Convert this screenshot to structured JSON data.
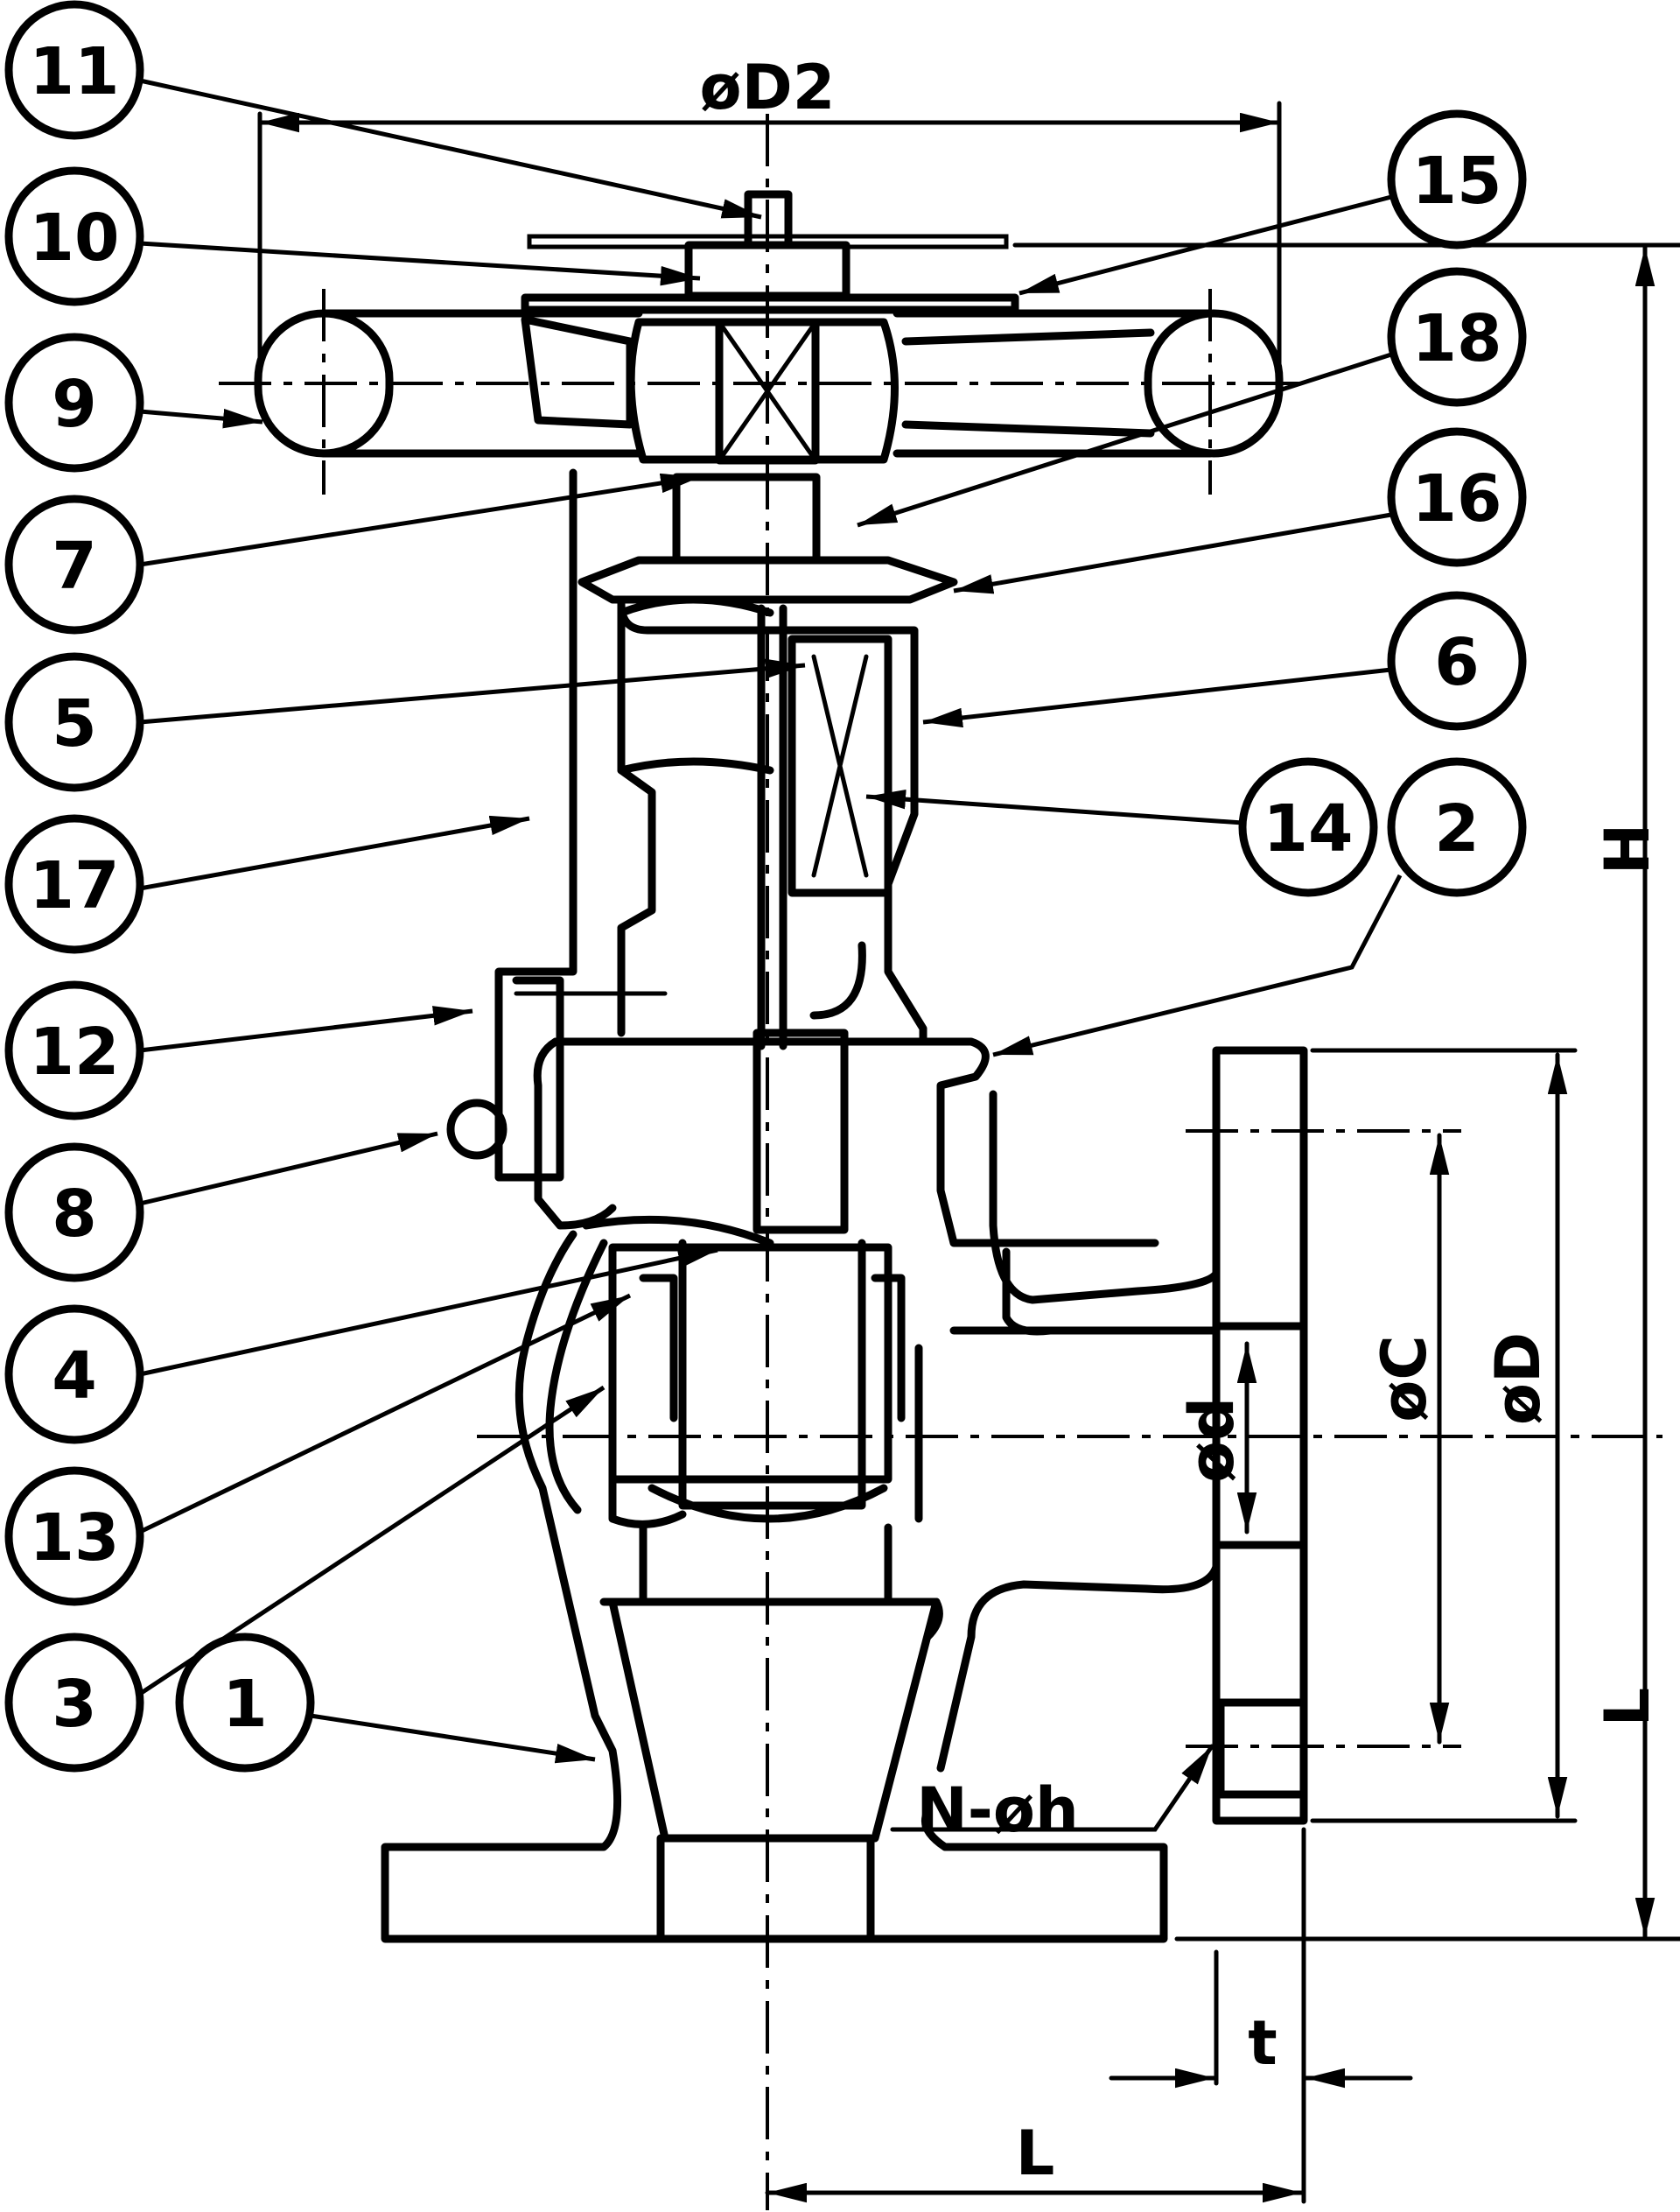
{
  "diagram": {
    "balloons": [
      {
        "id": "b11",
        "label": "11"
      },
      {
        "id": "b10",
        "label": "10"
      },
      {
        "id": "b9",
        "label": "9"
      },
      {
        "id": "b7",
        "label": "7"
      },
      {
        "id": "b5",
        "label": "5"
      },
      {
        "id": "b17",
        "label": "17"
      },
      {
        "id": "b12",
        "label": "12"
      },
      {
        "id": "b8",
        "label": "8"
      },
      {
        "id": "b4",
        "label": "4"
      },
      {
        "id": "b13",
        "label": "13"
      },
      {
        "id": "b3",
        "label": "3"
      },
      {
        "id": "b1",
        "label": "1"
      },
      {
        "id": "b15",
        "label": "15"
      },
      {
        "id": "b18",
        "label": "18"
      },
      {
        "id": "b16",
        "label": "16"
      },
      {
        "id": "b6",
        "label": "6"
      },
      {
        "id": "b14",
        "label": "14"
      },
      {
        "id": "b2",
        "label": "2"
      }
    ],
    "dimensions": {
      "handwheel_diameter": "øD2",
      "height": "H",
      "length_vertical": "L",
      "length_horizontal": "L",
      "flange_thickness": "t",
      "bore_diameter": "ød",
      "bolt_circle_diameter": "øC",
      "flange_diameter": "øD",
      "bolt_holes": "N-øh"
    }
  }
}
